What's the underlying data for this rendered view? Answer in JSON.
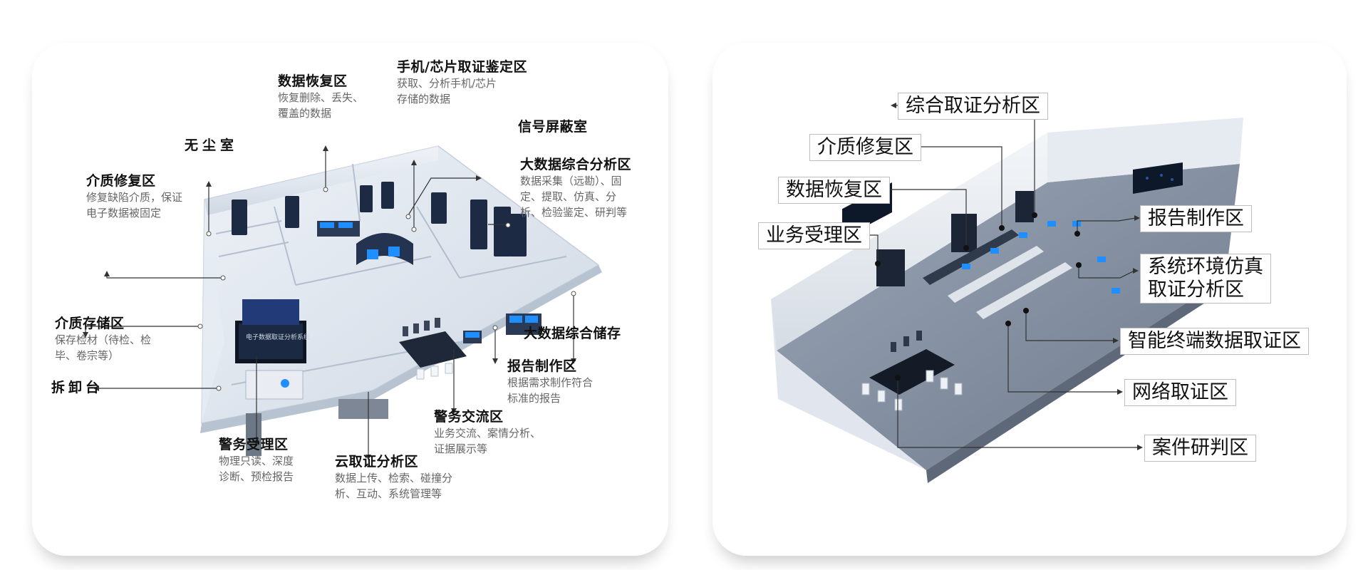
{
  "left": {
    "labels": [
      {
        "title": "数据恢复区",
        "desc": [
          "恢复删除、丢失、",
          "覆盖的数据"
        ]
      },
      {
        "title": "手机/芯片取证鉴定区",
        "desc": [
          "获取、分析手机/芯片",
          "存储的数据"
        ]
      },
      {
        "title": "信号屏蔽室",
        "desc": []
      },
      {
        "title": "无尘室",
        "desc": []
      },
      {
        "title": "大数据综合分析区",
        "desc": [
          "数据采集（远勘）、固",
          "定、提取、仿真、分",
          "析、检验鉴定、研判等"
        ]
      },
      {
        "title": "介质修复区",
        "desc": [
          "修复缺陷介质，保证",
          "电子数据被固定"
        ]
      },
      {
        "title": "介质存储区",
        "desc": [
          "保存检材（待检、检",
          "毕、卷宗等）"
        ]
      },
      {
        "title": "大数据综合储存",
        "desc": []
      },
      {
        "title": "拆卸台",
        "desc": []
      },
      {
        "title": "报告制作区",
        "desc": [
          "根据需求制作符合",
          "标准的报告"
        ]
      },
      {
        "title": "警务交流区",
        "desc": [
          "业务交流、案情分析、",
          "证据展示等"
        ]
      },
      {
        "title": "警务受理区",
        "desc": [
          "物理只读、深度",
          "诊断、预检报告"
        ]
      },
      {
        "title": "云取证分析区",
        "desc": [
          "数据上传、检索、碰撞分",
          "析、互动、系统管理等"
        ]
      }
    ],
    "screen_text": "电子数据取证分析系统"
  },
  "right": {
    "boxes": [
      {
        "text": [
          "综合取证分析区"
        ]
      },
      {
        "text": [
          "介质修复区"
        ]
      },
      {
        "text": [
          "数据恢复区"
        ]
      },
      {
        "text": [
          "业务受理区"
        ]
      },
      {
        "text": [
          "报告制作区"
        ]
      },
      {
        "text": [
          "系统环境仿真",
          "取证分析区"
        ]
      },
      {
        "text": [
          "智能终端数据取证区"
        ]
      },
      {
        "text": [
          "网络取证区"
        ]
      },
      {
        "text": [
          "案件研判区"
        ]
      }
    ]
  },
  "colors": {
    "accent": "#1f8fff",
    "line": "#333333",
    "floor": "#dfe6ee"
  }
}
